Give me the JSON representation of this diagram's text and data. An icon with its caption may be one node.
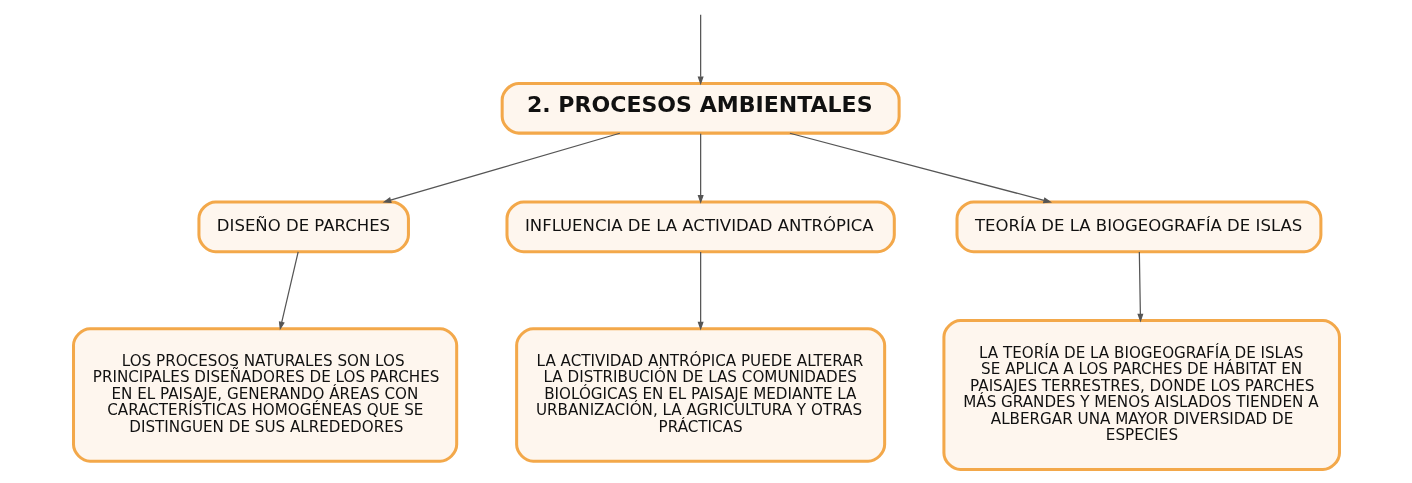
{
  "diagram": {
    "nodes": [
      {
        "text": [
          "2. PROCESOS AMBIENTALES"
        ]
      },
      {
        "text": [
          "DISEÑO DE PARCHES"
        ]
      },
      {
        "text": [
          "INFLUENCIA DE LA ACTIVIDAD ANTRÓPICA"
        ]
      },
      {
        "text": [
          "TEORÍA DE LA BIOGEOGRAFÍA DE ISLAS"
        ]
      },
      {
        "text": [
          "LOS PROCESOS NATURALES SON LOS PRINCIPALES DISEÑADORES DE LOS PARCHES EN EL PAISAJE, GENERANDO ÁREAS CON CARACTERÍSTICAS HOMOGÉNEAS QUE SE DISTINGUEN DE SUS ALREDEDORES"
        ]
      },
      {
        "text": [
          "LA ACTIVIDAD ANTRÓPICA PUEDE ALTERAR LA DISTRIBUCIÓN DE LAS COMUNIDADES BIOLÓGICAS EN EL PAISAJE MEDIANTE LA URBANIZACIÓN, LA AGRICULTURA Y OTRAS PRÁCTICAS"
        ]
      },
      {
        "text": [
          "LA TEORÍA DE LA BIOGEOGRAFÍA DE ISLAS SE APLICA A LOS PARCHES DE HÁBITAT EN PAISAJES TERRESTRES, DONDE LOS PARCHES MÁS GRANDES Y MENOS AISLADOS TIENDEN A ALBERGAR UNA MAYOR DIVERSIDAD DE ESPECIES"
        ]
      }
    ],
    "edges": [
      {
        "from": null,
        "to": 0,
        "arrow": "to"
      },
      {
        "from": 0,
        "to": 1,
        "arrow": "to"
      },
      {
        "from": 0,
        "to": 2,
        "arrow": "to"
      },
      {
        "from": 0,
        "to": 3,
        "arrow": "to"
      },
      {
        "from": 1,
        "to": 4,
        "arrow": "to"
      },
      {
        "from": 2,
        "to": 5,
        "arrow": "to"
      },
      {
        "from": 3,
        "to": 6,
        "arrow": "to"
      }
    ]
  }
}
